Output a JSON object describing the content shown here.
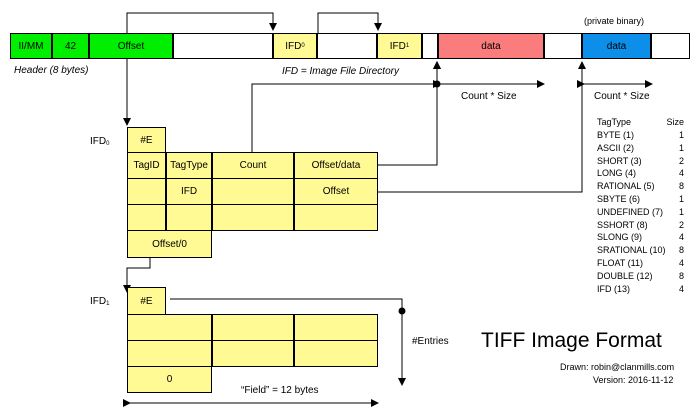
{
  "header": {
    "byte_order": "II/MM",
    "magic": "42",
    "offset": "Offset",
    "ifd0": "IFD",
    "ifd0_sub": "0",
    "ifd1": "IFD",
    "ifd1_sub": "1",
    "data_red": "data",
    "data_blue": "data",
    "private_binary": "(private binary)",
    "caption": "Header (8 bytes)",
    "ifd_note": "IFD = Image File Directory",
    "count_size_1": "Count * Size",
    "count_size_2": "Count * Size"
  },
  "ifd0_block": {
    "label": "IFD",
    "label_sub": "0",
    "entries": "#E",
    "col_tagid": "TagID",
    "col_tagtype": "TagType",
    "col_count": "Count",
    "col_offset": "Offset/data",
    "row_ifd": "IFD",
    "row_offset": "Offset",
    "next": "Offset/0"
  },
  "ifd1_block": {
    "label": "IFD",
    "label_sub": "1",
    "entries": "#E",
    "entries_label": "#Entries",
    "next": "0",
    "field_note": "“Field” = 12 bytes"
  },
  "tag_types": {
    "header_type": "TagType",
    "header_size": "Size",
    "rows": [
      {
        "type": "BYTE (1)",
        "size": "1"
      },
      {
        "type": "ASCII (2)",
        "size": "1"
      },
      {
        "type": "SHORT (3)",
        "size": "2"
      },
      {
        "type": "LONG (4)",
        "size": "4"
      },
      {
        "type": "RATIONAL (5)",
        "size": "8"
      },
      {
        "type": "SBYTE (6)",
        "size": "1"
      },
      {
        "type": "UNDEFINED (7)",
        "size": "1"
      },
      {
        "type": "SSHORT (8)",
        "size": "2"
      },
      {
        "type": "SLONG (9)",
        "size": "4"
      },
      {
        "type": "SRATIONAL (10)",
        "size": "8"
      },
      {
        "type": "FLOAT (11)",
        "size": "4"
      },
      {
        "type": "DOUBLE (12)",
        "size": "8"
      },
      {
        "type": "IFD (13)",
        "size": "4"
      }
    ]
  },
  "title": {
    "main": "TIFF Image Format",
    "drawn": "Drawn: robin@clanmills.com",
    "version": "Version: 2016-11-12"
  },
  "colors": {
    "green": "#00ee00",
    "yellow": "#fffa94",
    "red": "#fb7c7c",
    "blue": "#0d8ee8"
  }
}
